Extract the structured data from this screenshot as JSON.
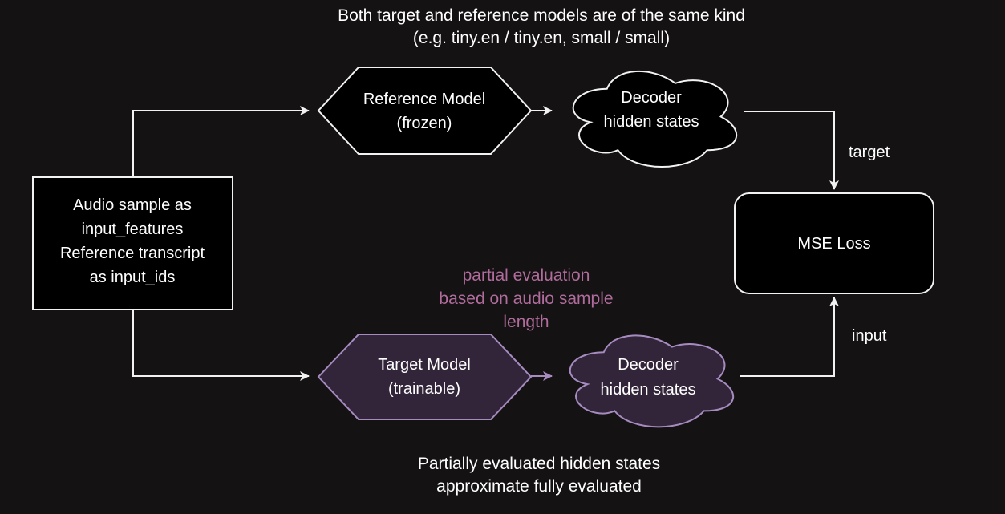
{
  "colors": {
    "background": "#141212",
    "line_white": "#f2f2f2",
    "text_white": "#ffffff",
    "node_fill_black": "#000000",
    "purple_stroke": "#a68bc0",
    "purple_fill": "#332539",
    "purple_text": "#b06c9c"
  },
  "notes": {
    "top": {
      "line1": "Both target and reference models are of the same kind",
      "line2": "(e.g. tiny.en / tiny.en, small / small)"
    },
    "partial": {
      "line1": "partial evaluation",
      "line2": "based on audio sample",
      "line3": "length"
    },
    "bottom": {
      "line1": "Partially evaluated hidden states",
      "line2": "approximate fully evaluated"
    }
  },
  "nodes": {
    "input": {
      "line1": "Audio sample as",
      "line2": "input_features",
      "line3": "Reference transcript",
      "line4": "as input_ids"
    },
    "reference_model": {
      "line1": "Reference Model",
      "line2": "(frozen)"
    },
    "reference_hidden": {
      "line1": "Decoder",
      "line2": "hidden states"
    },
    "target_model": {
      "line1": "Target Model",
      "line2": "(trainable)"
    },
    "target_hidden": {
      "line1": "Decoder",
      "line2": "hidden states"
    },
    "mse": {
      "label": "MSE Loss"
    }
  },
  "edge_labels": {
    "target": "target",
    "input": "input"
  }
}
